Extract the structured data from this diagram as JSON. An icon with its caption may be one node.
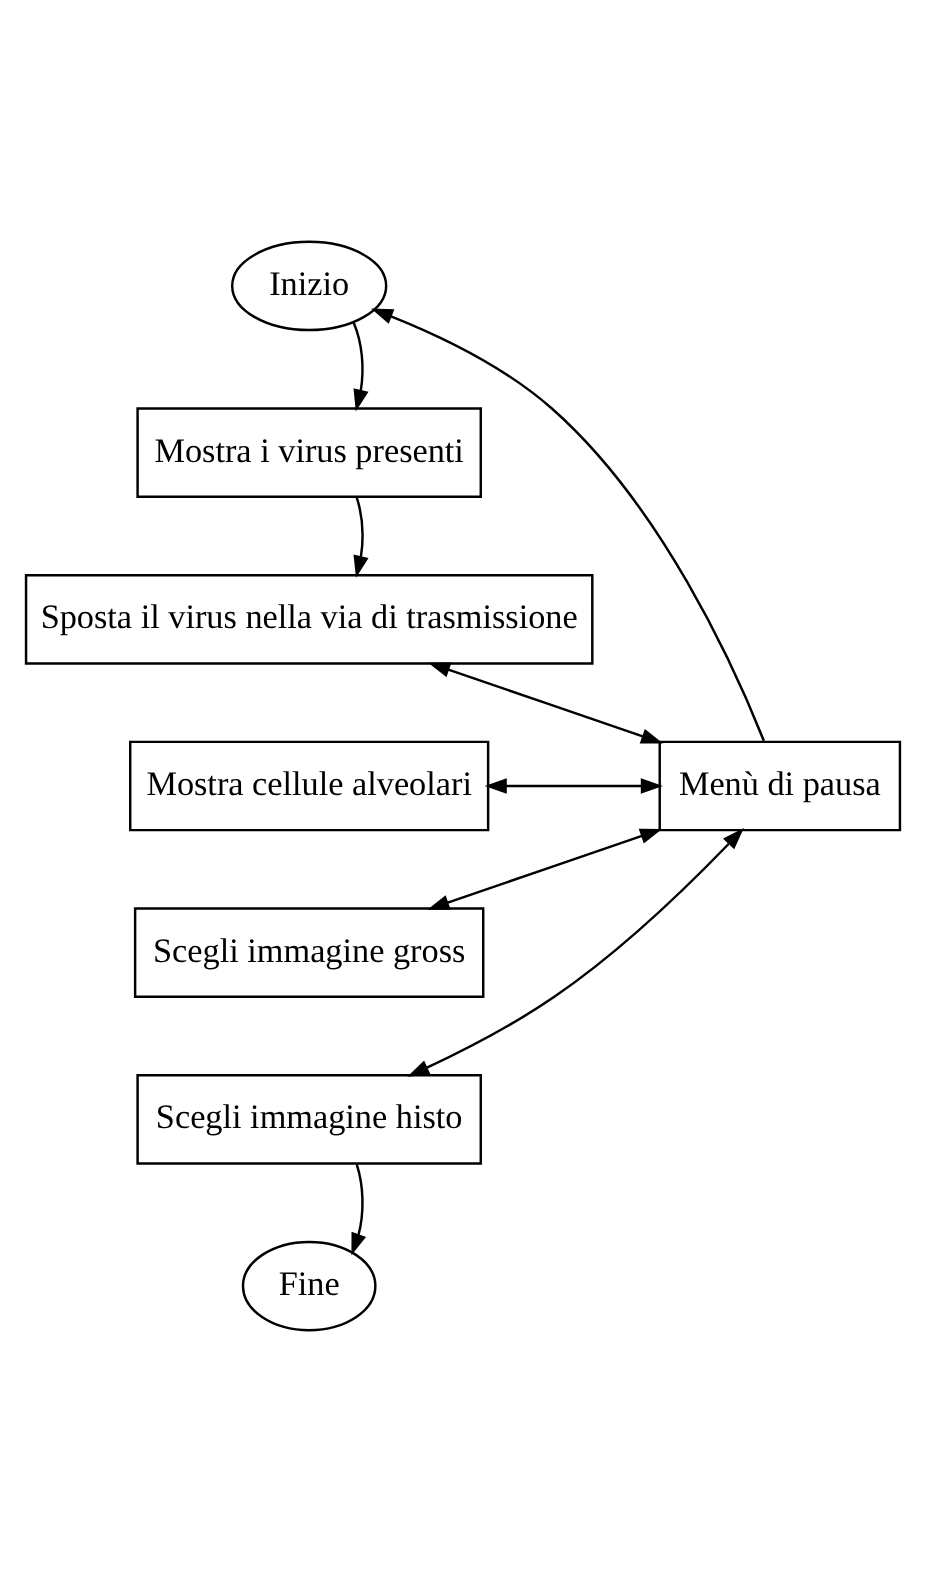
{
  "diagram": {
    "nodes": [
      {
        "text": [
          "Inizio"
        ]
      },
      {
        "text": [
          "Mostra i virus presenti"
        ]
      },
      {
        "text": [
          "Sposta il virus nella via di trasmissione"
        ]
      },
      {
        "text": [
          "Mostra cellule alveolari"
        ]
      },
      {
        "text": [
          "Scegli immagine gross"
        ]
      },
      {
        "text": [
          "Scegli immagine histo"
        ]
      },
      {
        "text": [
          "Fine"
        ]
      },
      {
        "text": [
          "Menù di pausa"
        ]
      }
    ],
    "edges": [
      {
        "from": 0,
        "to": 1,
        "arrow": "to"
      },
      {
        "from": 1,
        "to": 2,
        "arrow": "to"
      },
      {
        "from": 7,
        "to": 0,
        "arrow": "to"
      },
      {
        "from": 2,
        "to": 7,
        "arrow": "both"
      },
      {
        "from": 3,
        "to": 7,
        "arrow": "both"
      },
      {
        "from": 4,
        "to": 7,
        "arrow": "both"
      },
      {
        "from": 5,
        "to": 7,
        "arrow": "both"
      },
      {
        "from": 5,
        "to": 6,
        "arrow": "to"
      }
    ]
  }
}
